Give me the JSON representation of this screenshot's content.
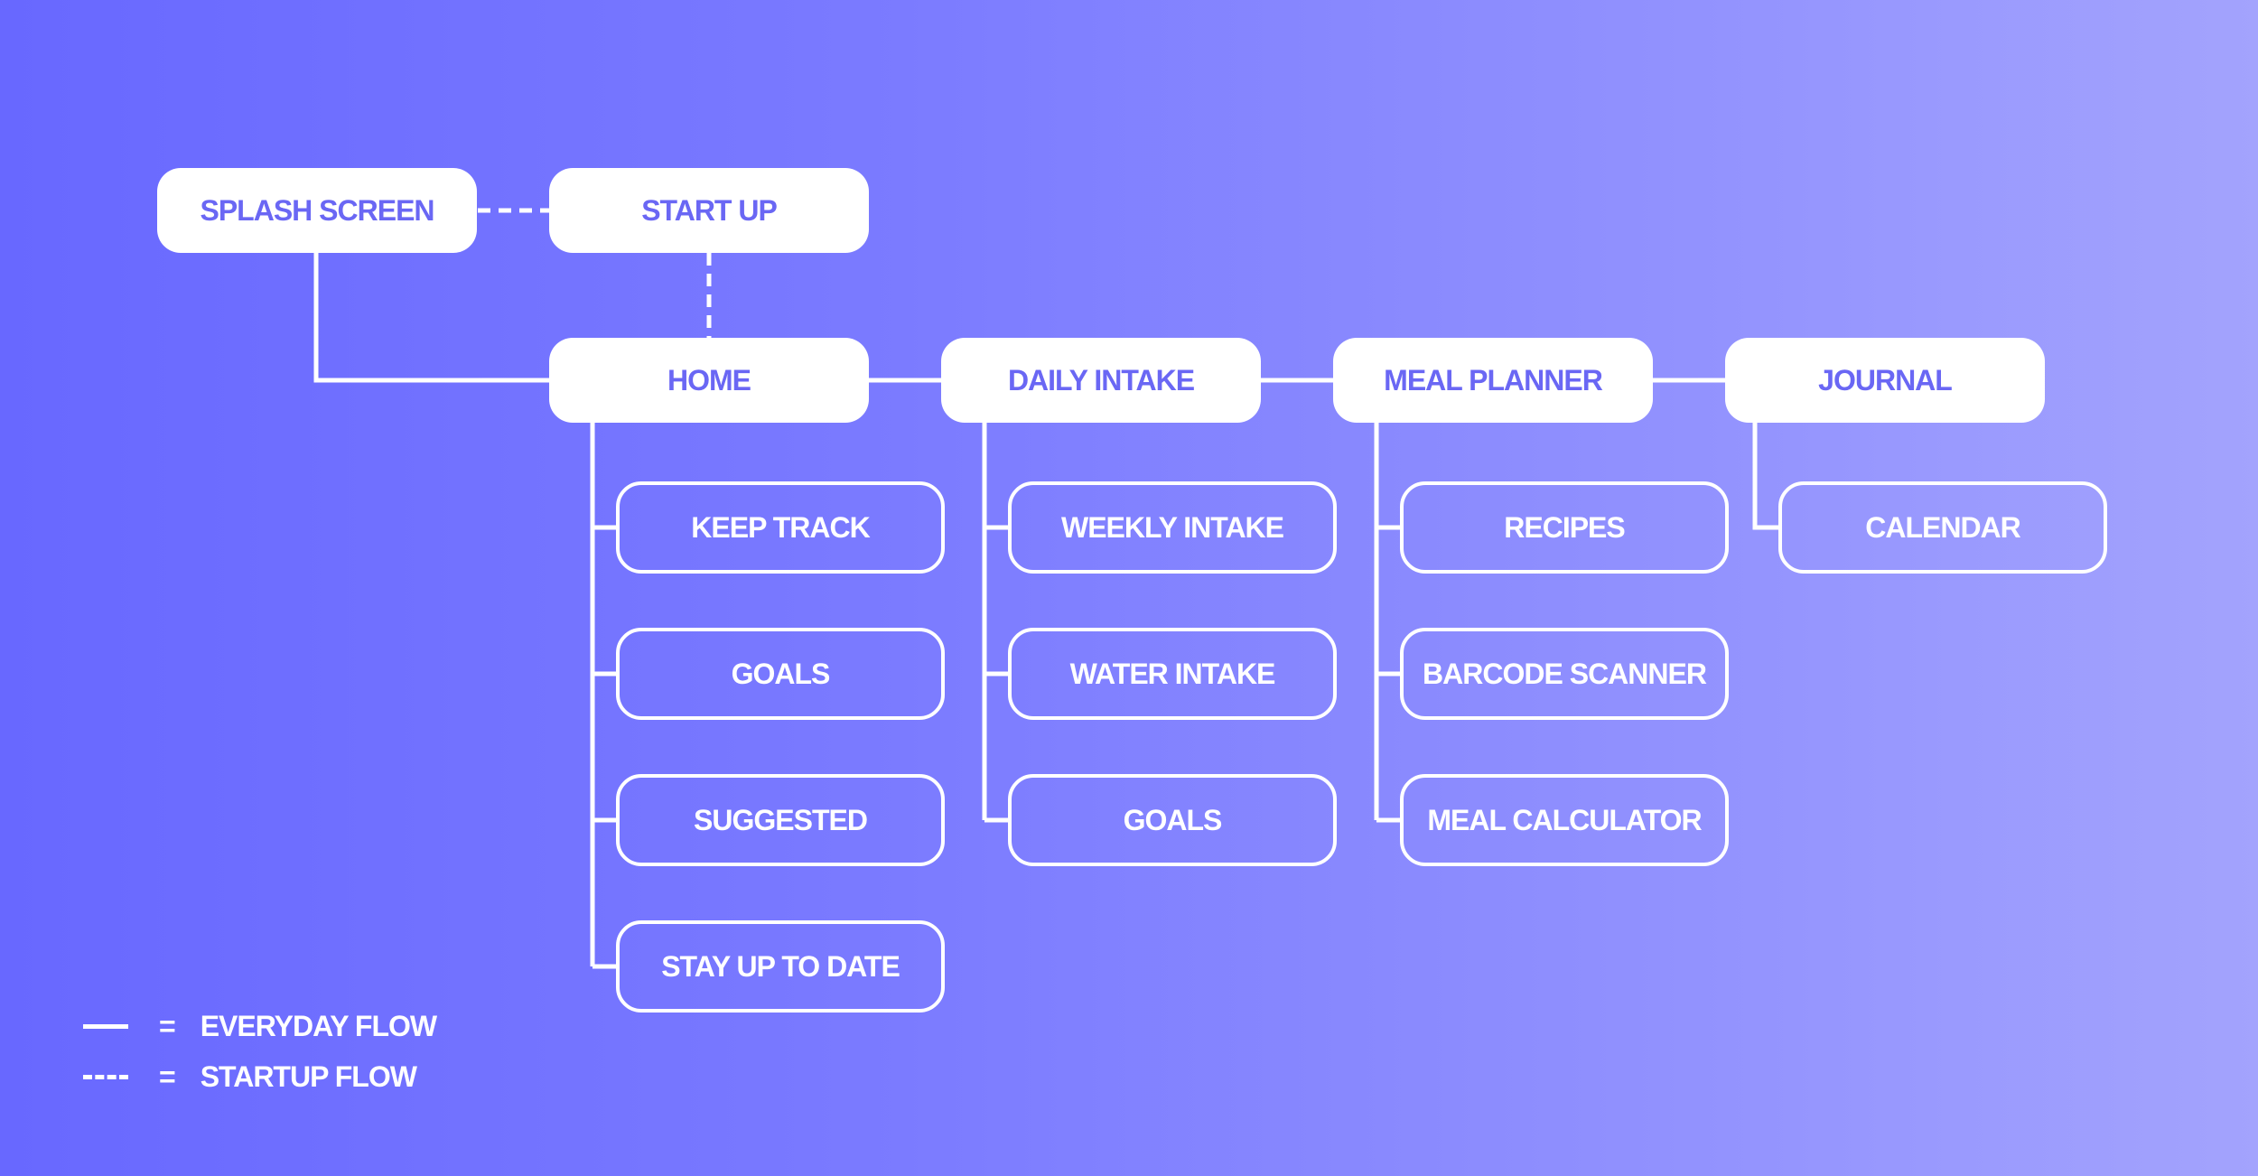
{
  "top_nodes": {
    "splash": "SPLASH SCREEN",
    "startup": "START UP"
  },
  "main_nodes": [
    "HOME",
    "DAILY INTAKE",
    "MEAL PLANNER",
    "JOURNAL"
  ],
  "home_children": [
    "KEEP TRACK",
    "GOALS",
    "SUGGESTED",
    "STAY UP TO DATE"
  ],
  "daily_intake_children": [
    "WEEKLY INTAKE",
    "WATER INTAKE",
    "GOALS"
  ],
  "meal_planner_children": [
    "RECIPES",
    "BARCODE SCANNER",
    "MEAL CALCULATOR"
  ],
  "journal_children": [
    "CALENDAR"
  ],
  "legend": {
    "everyday": {
      "symbol": "=",
      "label": "EVERYDAY FLOW"
    },
    "startup": {
      "symbol": "=",
      "label": "STARTUP FLOW"
    }
  },
  "colors": {
    "background_start": "#6868ff",
    "background_end": "#a3a3fd",
    "node_text": "#6a67f4",
    "line": "#ffffff"
  }
}
